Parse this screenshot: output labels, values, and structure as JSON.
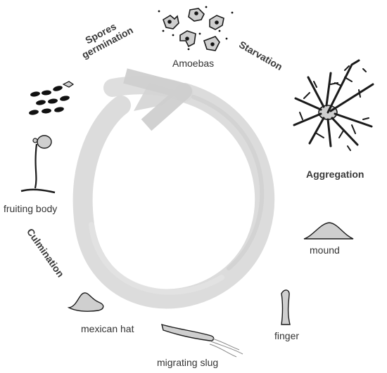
{
  "labels": {
    "amoebas": "Amoebas",
    "starvation": "Starvation",
    "aggregation": "Aggregation",
    "mound": "mound",
    "finger": "finger",
    "migrating_slug": "migrating slug",
    "mexican_hat": "mexican hat",
    "culmination": "Culmination",
    "fruiting_body": "fruiting body",
    "spores_germination_line1": "Spores",
    "spores_germination_line2": "germination"
  },
  "colors": {
    "cycle_arrow": "#d6d6d6",
    "cell_fill": "#cfcfcf",
    "outline": "#1a1a1a",
    "text": "#333333"
  }
}
